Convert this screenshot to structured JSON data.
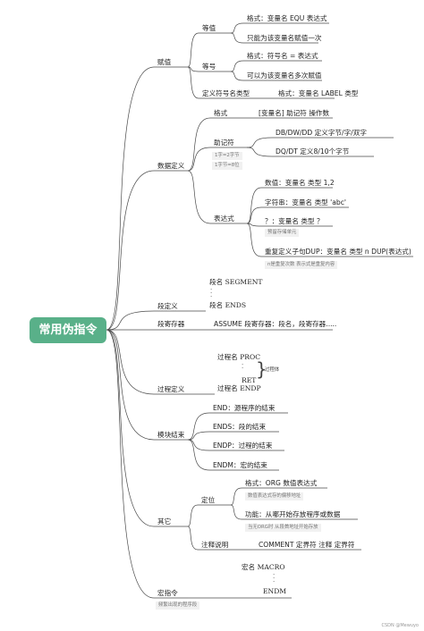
{
  "root": "常用伪指令",
  "l1": {
    "assign": "赋值",
    "datadef": "数据定义",
    "segdef": "段定义",
    "segreg": "段寄存器",
    "procdef": "过程定义",
    "modend": "模块结束",
    "other": "其它",
    "macro": "宏指令"
  },
  "assign": {
    "equ": "等值",
    "equ_fmt": "格式：变量名  EQU  表达式",
    "equ_note": "只能为该变量名赋值一次",
    "eq": "等号",
    "eq_fmt": "格式：符号名 =  表达式",
    "eq_note": "可以为该变量名多次赋值",
    "label": "定义符号名类型",
    "label_fmt": "格式：变量名  LABEL  类型"
  },
  "datadef": {
    "format": "格式",
    "format_val": "[变量名]  助记符  操作数",
    "mnemonic": "助记符",
    "note_word": "1字=2字节",
    "note_byte": "1字节=8位",
    "dbdwdd": "DB/DW/DD  定义字节/字/双字",
    "dqdt": "DQ/DT     定义8/10个字节",
    "expr": "表达式",
    "numeric": "数值：变量名 类型 1,2",
    "string": "字符串：变量名 类型 'abc'",
    "q": "？：变量名 类型 ？",
    "q_note": "预留存储单元",
    "dup": "重复定义子句DUP：变量名 类型 n DUP(表达式)",
    "dup_note": "n是重复次数  表示式是重复内容"
  },
  "segdef": {
    "line1": "段名  SEGMENT",
    "dots": "·\n·\n·",
    "line2": "段名  ENDS"
  },
  "segreg": {
    "assume": "ASSUME 段寄存器：段名，段寄存器....."
  },
  "procdef": {
    "proc": "过程名  PROC",
    "ret": "RET",
    "endp": "过程名  ENDP",
    "body": "过程体"
  },
  "modend": {
    "end": "END：源程序的结束",
    "ends": "ENDS：段的结束",
    "endp": "ENDP：过程的结束",
    "endm": "ENDM：宏的结束"
  },
  "other": {
    "locate": "定位",
    "org_fmt": "格式：ORG 数值表达式",
    "org_note": "数值表达式存的偏移地址",
    "func": "功能：从哪开始存放程序或数据",
    "func_note": "当无ORG时 从段首地址开始存放",
    "comment": "注释说明",
    "comment_fmt": "COMMENT 定界符 注释 定界符"
  },
  "macro": {
    "line1": "宏名  MACRO",
    "dots": "·\n·\n·",
    "line2": "ENDM",
    "note": "频繁出现的程序段"
  },
  "watermark": "CSDN @Mewuyo",
  "line_color": "#4a4a4a"
}
